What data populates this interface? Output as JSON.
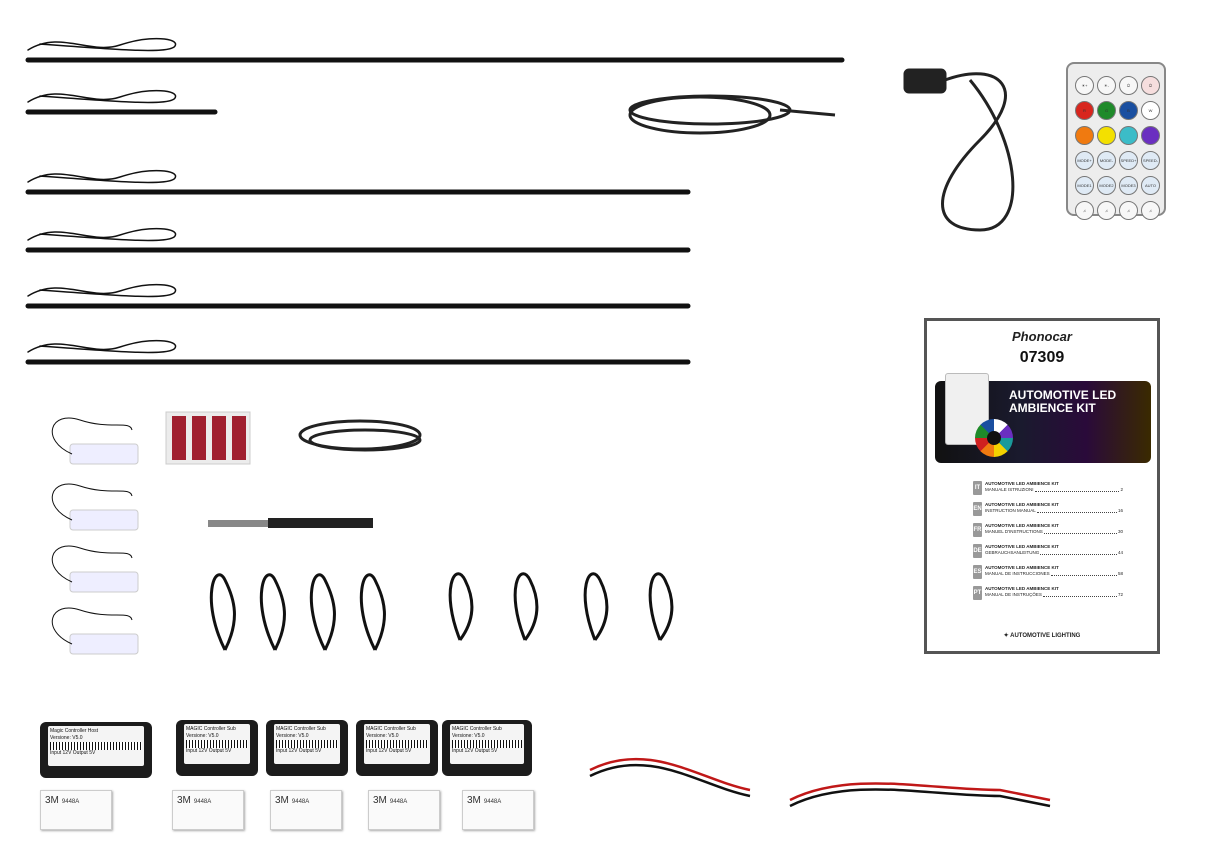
{
  "manual": {
    "brand": "Phonocar",
    "code": "07309",
    "title_line1": "AUTOMOTIVE LED",
    "title_line2": "AMBIENCE KIT",
    "toc": [
      {
        "lang": "IT",
        "title": "AUTOMOTIVE LED AMBIENCE KIT",
        "subtitle": "MANUALE ISTRUZIONI",
        "page": "2"
      },
      {
        "lang": "EN",
        "title": "AUTOMOTIVE LED AMBIENCE KIT",
        "subtitle": "INSTRUCTION MANUAL",
        "page": "16"
      },
      {
        "lang": "FR",
        "title": "AUTOMOTIVE LED AMBIENCE KIT",
        "subtitle": "MANUEL D'INSTRUCTIONS",
        "page": "30"
      },
      {
        "lang": "DE",
        "title": "AUTOMOTIVE LED AMBIENCE KIT",
        "subtitle": "GEBRAUCHSANLEITUNG",
        "page": "44"
      },
      {
        "lang": "ES",
        "title": "AUTOMOTIVE LED AMBIENCE KIT",
        "subtitle": "MANUAL DE INSTRUCCIONES",
        "page": "58"
      },
      {
        "lang": "PT",
        "title": "AUTOMOTIVE LED AMBIENCE KIT",
        "subtitle": "MANUAL DE INSTRUÇÕES",
        "page": "72"
      }
    ],
    "footer": "✦ AUTOMOTIVE LIGHTING"
  },
  "remote": {
    "buttons": [
      {
        "label": "☀+",
        "color": "#f7f7f7"
      },
      {
        "label": "☀-",
        "color": "#f7f7f7"
      },
      {
        "label": "⏻",
        "color": "#f7f7f7"
      },
      {
        "label": "⏻",
        "color": "#f6dede"
      },
      {
        "label": "R",
        "color": "#d8261e"
      },
      {
        "label": "G",
        "color": "#1f8a2a"
      },
      {
        "label": "B",
        "color": "#1a4fa0"
      },
      {
        "label": "W",
        "color": "#ffffff"
      },
      {
        "label": "",
        "color": "#f07a10"
      },
      {
        "label": "",
        "color": "#f3e000"
      },
      {
        "label": "",
        "color": "#3bbcc8"
      },
      {
        "label": "",
        "color": "#6a2fc0"
      },
      {
        "label": "MODE+",
        "color": "#dfeaf5"
      },
      {
        "label": "MODE-",
        "color": "#dfeaf5"
      },
      {
        "label": "SPEED+",
        "color": "#dfeaf5"
      },
      {
        "label": "SPEED-",
        "color": "#dfeaf5"
      },
      {
        "label": "MODE1",
        "color": "#dfeaf5"
      },
      {
        "label": "MODE2",
        "color": "#dfeaf5"
      },
      {
        "label": "MODE3",
        "color": "#dfeaf5"
      },
      {
        "label": "AUTO",
        "color": "#dfeaf5"
      },
      {
        "label": "♫",
        "color": "#f7f7f7"
      },
      {
        "label": "♫",
        "color": "#f7f7f7"
      },
      {
        "label": "♫",
        "color": "#f7f7f7"
      },
      {
        "label": "♫",
        "color": "#f7f7f7"
      }
    ]
  },
  "modules": [
    {
      "name": "Magic Controller Host",
      "version": "Versione: V5.0",
      "spec": "Input 12V Output 5V"
    },
    {
      "name": "MAGIC Controller Sub",
      "version": "Versione: V5.0",
      "spec": "Input 12V Output 5V"
    },
    {
      "name": "MAGIC Controller Sub",
      "version": "Versione: V5.0",
      "spec": "Input 12V Output 5V"
    },
    {
      "name": "MAGIC Controller Sub",
      "version": "Versione: V5.0",
      "spec": "Input 12V Output 5V"
    },
    {
      "name": "MAGIC Controller Sub",
      "version": "Versione: V5.0",
      "spec": "Input 12V Output 5V"
    }
  ],
  "tape_label": "3M",
  "tape_code": "9448A"
}
